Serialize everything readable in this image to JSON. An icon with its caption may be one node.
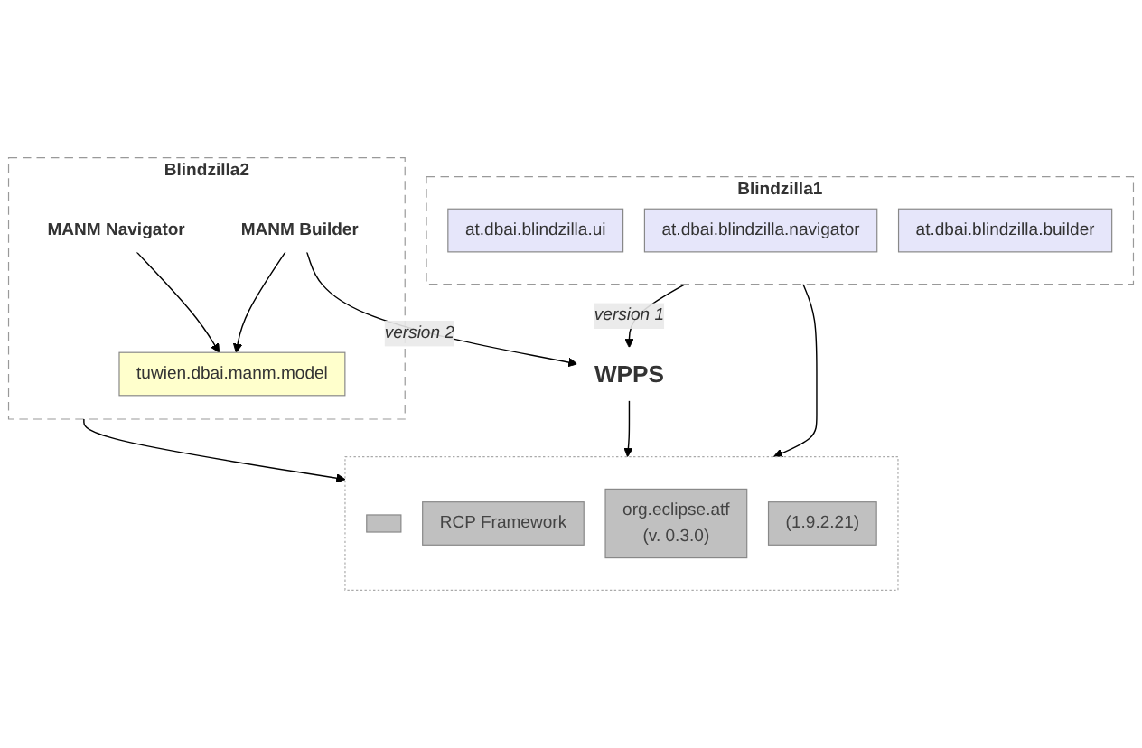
{
  "diagram": {
    "nodes": [
      {
        "text": [
          "Blindzilla1"
        ]
      },
      {
        "text": [
          "at.dbai.blindzilla.ui"
        ],
        "in": 0
      },
      {
        "text": [
          "at.dbai.blindzilla.navigator"
        ],
        "in": 0
      },
      {
        "text": [
          "at.dbai.blindzilla.builder"
        ],
        "in": 0
      },
      {
        "text": [
          "Blindzilla2"
        ]
      },
      {
        "text": [
          "MANM Navigator"
        ],
        "in": 4
      },
      {
        "text": [
          "tuwien.dbai.manm.model"
        ],
        "in": 4
      },
      {
        "text": [
          "MANM Builder"
        ],
        "in": 4
      },
      {
        "text": [
          "WPPS"
        ]
      },
      {
        "text": [],
        "shape": "box"
      },
      {
        "text": [],
        "shape": "box",
        "in": 9
      },
      {
        "text": [
          "RCP Framework"
        ],
        "in": 9
      },
      {
        "text": [
          "org.eclipse.atf",
          "(v. 0.3.0)"
        ],
        "in": 9
      },
      {
        "text": [
          "(1.9.2.21)"
        ],
        "in": 9
      }
    ],
    "edges": [
      {
        "from": 0,
        "to": 9,
        "arrow": "to"
      },
      {
        "from": 0,
        "to": 8,
        "arrow": "to",
        "label": "version 1"
      },
      {
        "from": 7,
        "to": 8,
        "arrow": "to",
        "label": "version 2"
      },
      {
        "from": 4,
        "to": 9,
        "arrow": "to"
      },
      {
        "from": 8,
        "to": 9,
        "arrow": "to"
      },
      {
        "from": 5,
        "to": 6,
        "arrow": "to"
      },
      {
        "from": 7,
        "to": 6,
        "arrow": "to"
      }
    ]
  }
}
